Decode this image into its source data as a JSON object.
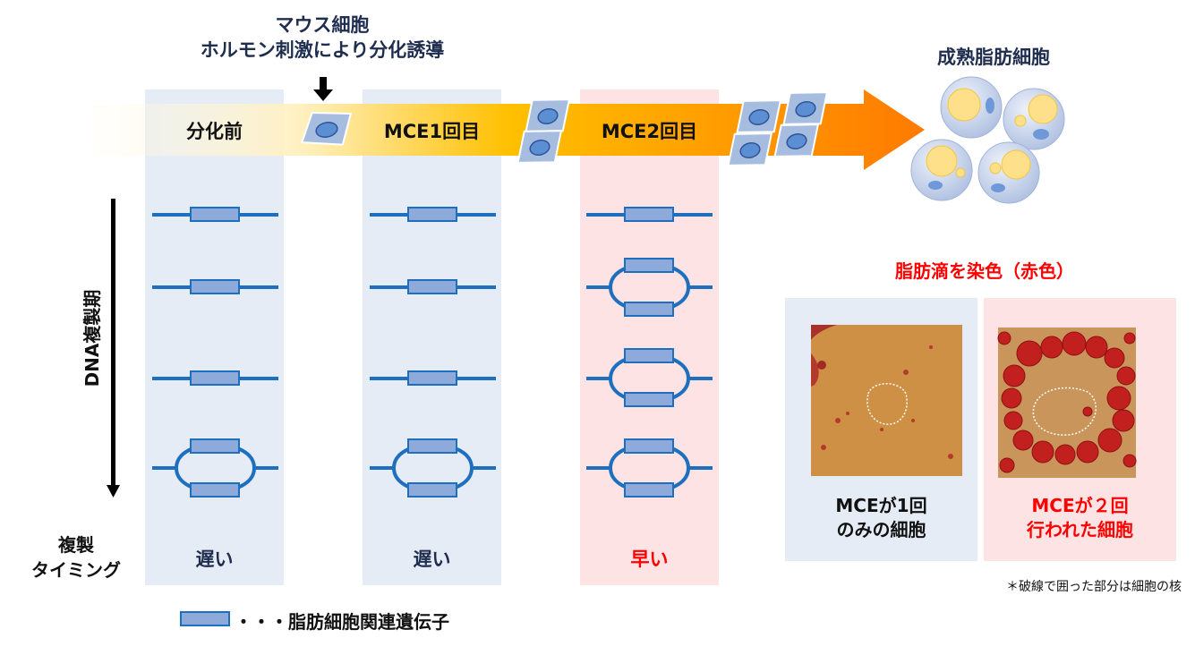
{
  "header": {
    "line1": "マウス細胞",
    "line2": "ホルモン刺激により分化誘導"
  },
  "stages": [
    {
      "label": "分化前",
      "timing": "遅い"
    },
    {
      "label": "MCE1回目",
      "timing": "遅い"
    },
    {
      "label": "MCE2回目",
      "timing": "早い"
    }
  ],
  "mature_label": "成熟脂肪細胞",
  "axis_label": "DNA複製期",
  "timing_label_line1": "複製",
  "timing_label_line2": "タイミング",
  "legend_text": "・・・脂肪細胞関連遺伝子",
  "stain": {
    "title": "脂肪滴を染色（赤色）",
    "left_caption_line1": "MCEが1回",
    "left_caption_line2": "のみの細胞",
    "right_caption_line1": "MCEが２回",
    "right_caption_line2": "行われた細胞",
    "footnote": "＊破線で囲った部分は細胞の核"
  },
  "colors": {
    "arrow_start": "#fff5d6",
    "arrow_mid": "#ffc000",
    "arrow_end": "#ff7a00",
    "dna_line": "#1f6fbf",
    "gene_fill": "#8eaadb",
    "navy_text": "#1f2d4f",
    "red_text": "#ff0000"
  }
}
